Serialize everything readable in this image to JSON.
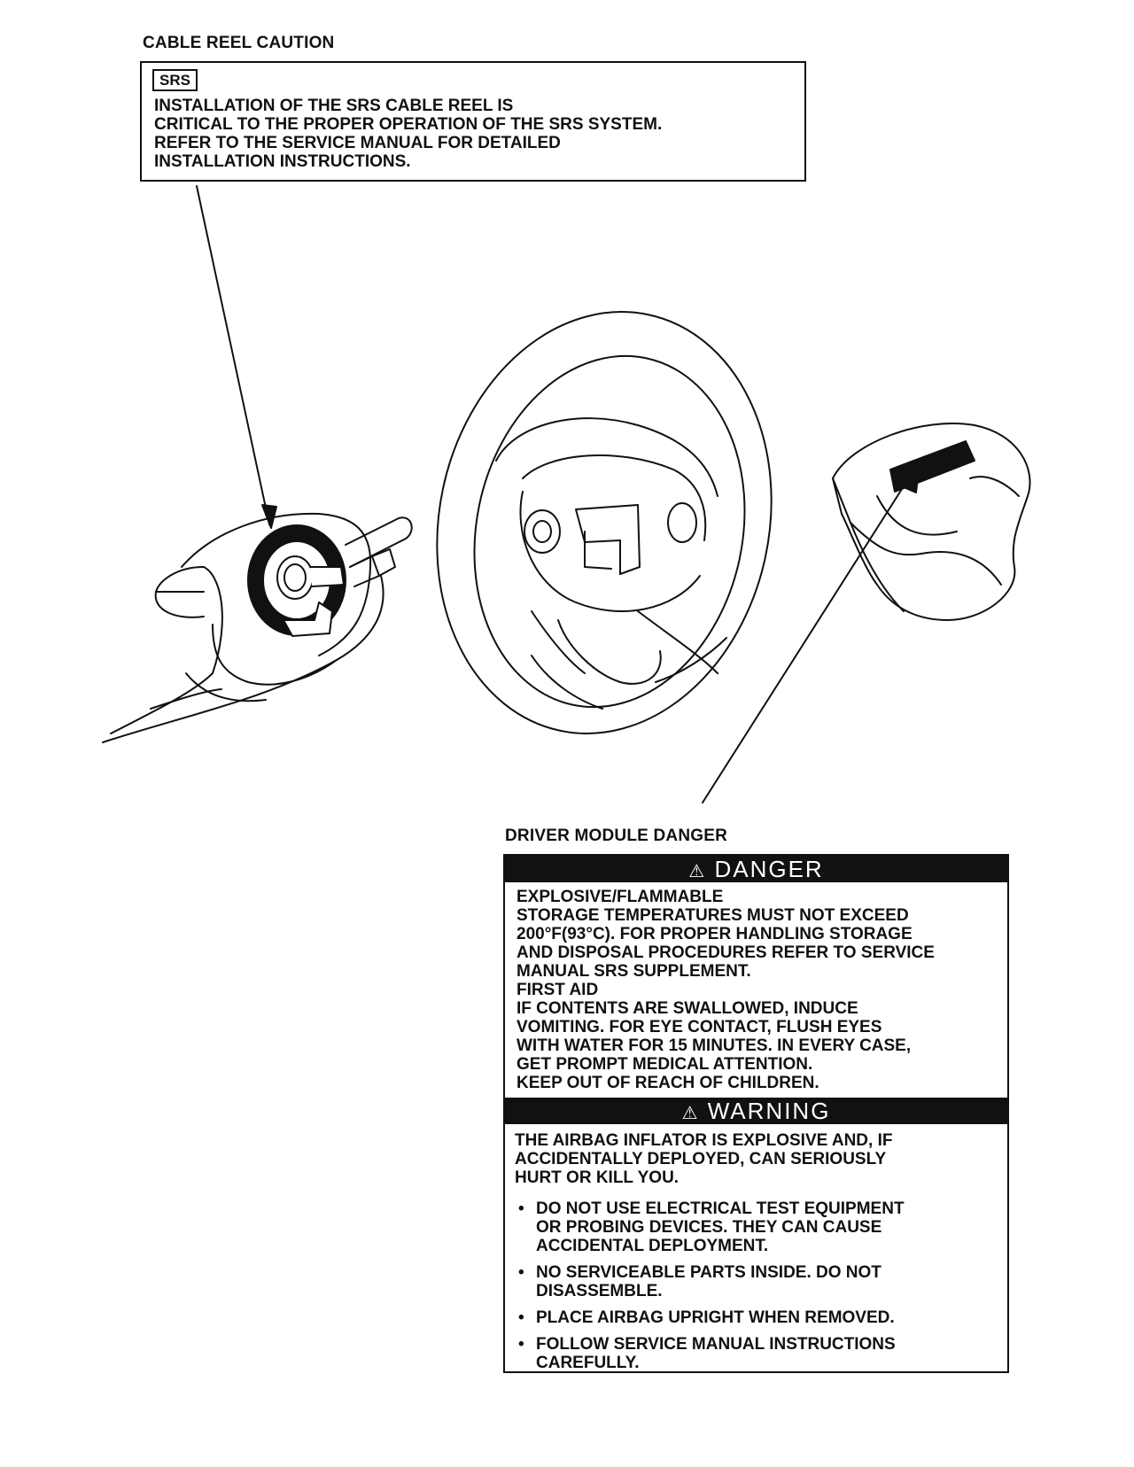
{
  "cable_reel": {
    "label": "CABLE REEL CAUTION",
    "tag": "SRS",
    "lines": [
      "INSTALLATION OF THE SRS CABLE REEL IS",
      "CRITICAL TO THE PROPER OPERATION OF THE SRS SYSTEM.",
      "REFER TO THE SERVICE MANUAL FOR DETAILED",
      "INSTALLATION INSTRUCTIONS."
    ]
  },
  "driver_module": {
    "label": "DRIVER MODULE DANGER",
    "danger_heading": "DANGER",
    "danger_lines": [
      "EXPLOSIVE/FLAMMABLE",
      "STORAGE TEMPERATURES MUST NOT EXCEED",
      "200°F(93°C). FOR PROPER HANDLING STORAGE",
      "AND DISPOSAL PROCEDURES REFER TO SERVICE",
      "MANUAL SRS SUPPLEMENT.",
      "FIRST AID",
      "IF CONTENTS ARE SWALLOWED, INDUCE",
      "VOMITING. FOR EYE CONTACT, FLUSH EYES",
      "WITH WATER FOR 15 MINUTES. IN EVERY CASE,",
      "GET PROMPT MEDICAL ATTENTION.",
      "KEEP OUT OF REACH OF CHILDREN."
    ],
    "warning_heading": "WARNING",
    "warning_intro": [
      "THE AIRBAG INFLATOR IS EXPLOSIVE AND, IF",
      "ACCIDENTALLY DEPLOYED, CAN SERIOUSLY",
      "HURT OR KILL YOU."
    ],
    "warning_bullets": [
      [
        "DO NOT USE ELECTRICAL TEST EQUIPMENT",
        "OR PROBING DEVICES. THEY CAN CAUSE",
        "ACCIDENTAL DEPLOYMENT."
      ],
      [
        "NO SERVICEABLE PARTS INSIDE. DO NOT",
        "DISASSEMBLE."
      ],
      [
        "PLACE AIRBAG UPRIGHT WHEN REMOVED."
      ],
      [
        "FOLLOW SERVICE MANUAL INSTRUCTIONS",
        "CAREFULLY."
      ]
    ],
    "bullet_char": "•",
    "warning_triangle_icon": "warning-triangle-icon"
  }
}
